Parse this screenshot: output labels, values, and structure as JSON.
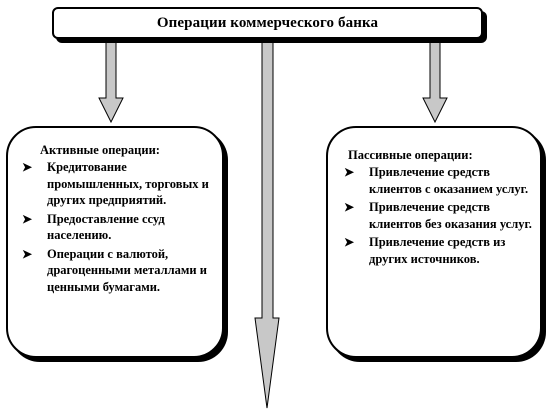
{
  "title": "Операции коммерческого банка",
  "active": {
    "heading": "Активные операции:",
    "items": [
      "Кредитование промышленных, торговых и других предприятий.",
      "Предоставление ссуд населению.",
      "Операции с валютой, драгоценными металлами и ценными бумагами."
    ]
  },
  "passive": {
    "heading": "Пассивные операции:",
    "items": [
      "Привлечение средств клиентов с оказанием услуг.",
      "Привлечение средств клиентов без оказания услуг.",
      "Привлечение средств из других источников."
    ]
  },
  "colors": {
    "arrow_fill": "#c8c8c8",
    "outline": "#000000",
    "background": "#ffffff"
  }
}
